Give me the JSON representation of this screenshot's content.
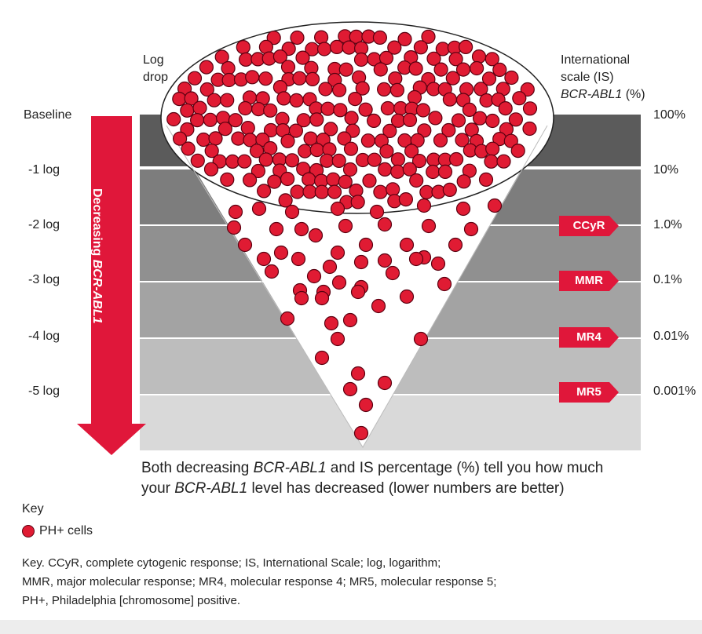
{
  "colors": {
    "cell": "#e01b33",
    "cell_outline": "#5a0010",
    "badge": "#e0173a",
    "arrow": "#e0173a",
    "bands": [
      "#5b5b5b",
      "#7d7d7d",
      "#909090",
      "#a3a3a3",
      "#bdbdbd",
      "#d9d9d9"
    ]
  },
  "headers": {
    "log_drop": [
      "Log",
      "drop"
    ],
    "is_scale": [
      "International",
      "scale (IS)",
      "BCR-ABL1",
      "(%)"
    ]
  },
  "rows": [
    {
      "log": "Baseline",
      "percent": "100%"
    },
    {
      "log": "-1 log",
      "percent": "10%"
    },
    {
      "log": "-2 log",
      "percent": "1.0%",
      "badge": "CCyR"
    },
    {
      "log": "-3 log",
      "percent": "0.1%",
      "badge": "MMR"
    },
    {
      "log": "-4 log",
      "percent": "0.01%",
      "badge": "MR4"
    },
    {
      "log": "-5 log",
      "percent": "0.001%",
      "badge": "MR5"
    }
  ],
  "arrow": {
    "text_plain": "Decreasing ",
    "text_italic": "BCR-ABL1"
  },
  "caption": {
    "line1_a": "Both decreasing ",
    "line1_b": "BCR-ABL1",
    "line1_c": " and IS percentage (%) tell you how much",
    "line2_a": "your ",
    "line2_b": "BCR-ABL1",
    "line2_c": " level has decreased (lower numbers are better)"
  },
  "key": {
    "title": "Key",
    "item": "PH+ cells"
  },
  "footnote": [
    "Key. CCyR, complete cytogenic response; IS, International Scale; log, logarithm;",
    "MMR, major molecular response; MR4, molecular response 4; MR5, molecular response 5;",
    "PH+, Philadelphia [chromosome] positive."
  ]
}
